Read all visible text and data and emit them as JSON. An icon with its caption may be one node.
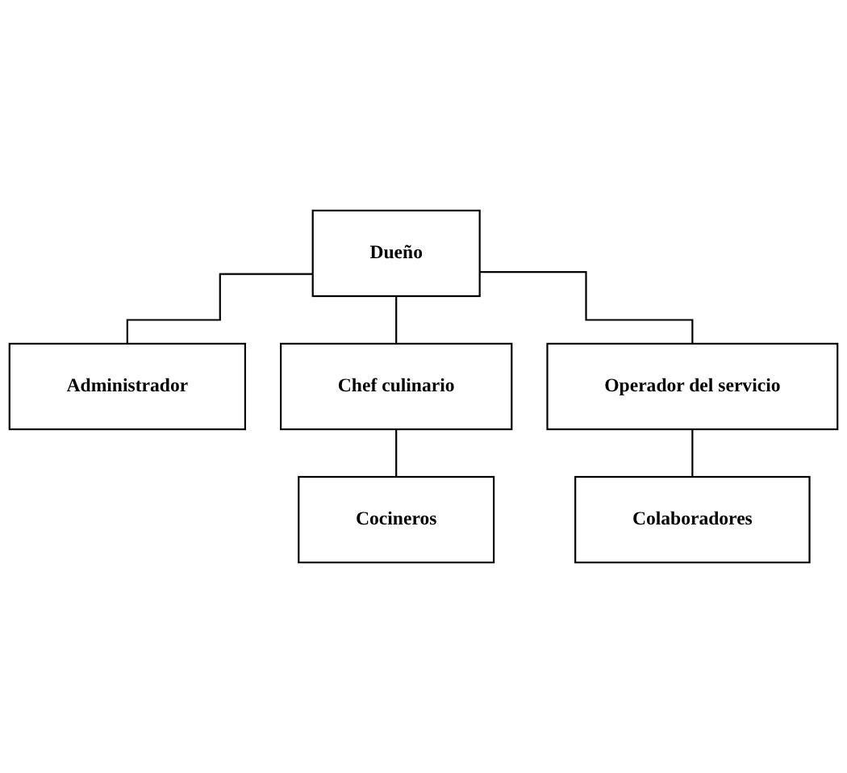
{
  "diagram": {
    "nodes": [
      {
        "text": [
          "Dueño"
        ]
      },
      {
        "text": [
          "Administrador"
        ]
      },
      {
        "text": [
          "Chef culinario"
        ]
      },
      {
        "text": [
          "Operador del servicio"
        ]
      },
      {
        "text": [
          "Cocineros"
        ]
      },
      {
        "text": [
          "Colaboradores"
        ]
      }
    ],
    "edges": [
      {
        "from": 0,
        "to": 1,
        "arrow": "none"
      },
      {
        "from": 0,
        "to": 2,
        "arrow": "none"
      },
      {
        "from": 0,
        "to": 3,
        "arrow": "none"
      },
      {
        "from": 2,
        "to": 4,
        "arrow": "none"
      },
      {
        "from": 3,
        "to": 5,
        "arrow": "none"
      }
    ]
  }
}
